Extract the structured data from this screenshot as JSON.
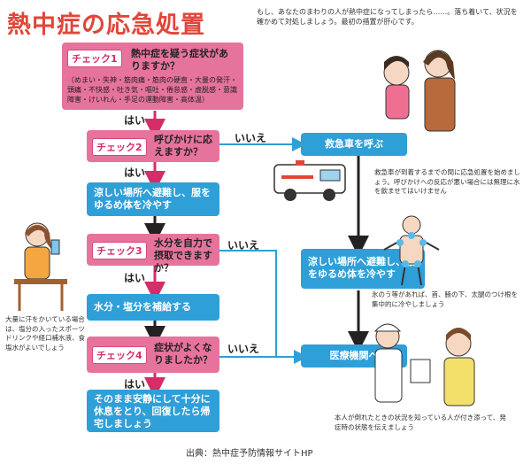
{
  "title": "熱中症の応急処置",
  "intro": "もし、あなたのまわりの人が熱中症になってしまったら……。落ち着いて、状況を確かめて対処しましょう。最初の措置が肝心です。",
  "check1": {
    "tag": "チェック1",
    "question": "熱中症を疑う症状がありますか？",
    "symptoms": "（めまい・失神・筋肉痛・筋肉の硬直・大量の発汗・頭痛・不快感・吐き気・嘔吐・倦怠感・虚脱感・意識障害・けいれん・手足の運動障害・高体温）"
  },
  "check2": {
    "tag": "チェック2",
    "question": "呼びかけに応えますか？"
  },
  "check3": {
    "tag": "チェック3",
    "question": "水分を自力で摂取できますか？"
  },
  "check4": {
    "tag": "チェック4",
    "question": "症状がよくなりましたか？"
  },
  "yes": "はい",
  "no": "いいえ",
  "actions": {
    "cool": "涼しい場所へ避難し、服をゆるめ体を冷やす",
    "hydrate": "水分・塩分を補給する",
    "rest": "そのまま安静にして十分に休息をとり、回復したら帰宅しましょう",
    "ambulance": "救急車を呼ぶ",
    "cool_right": "涼しい場所へ避難し、服をゆるめ体を冷やす",
    "hospital": "医療機関へ"
  },
  "notes": {
    "ambulance": "救急車が到着するまでの間に応急処置を始めましょう。呼びかけへの反応が悪い場合には無理に水を飲ませてはいけません",
    "ice": "氷のう等があれば、首、腋の下、太腿のつけ根を集中的に冷やしましょう",
    "hospital": "本人が倒れたときの状況を知っている人が付き添って、発症時の状態を伝えましょう",
    "drink": "大量に汗をかいている場合は、塩分の入ったスポーツドリンクや経口補水液、食塩水がよいでしょう"
  },
  "source": "出典：熱中症予防情報サイトHP",
  "colors": {
    "title": "#e1463a",
    "check_box": "#e6739c",
    "action_box": "#2f9fd8",
    "arrow_pink": "#d42d6a",
    "arrow_no": "#2f9fd8"
  }
}
